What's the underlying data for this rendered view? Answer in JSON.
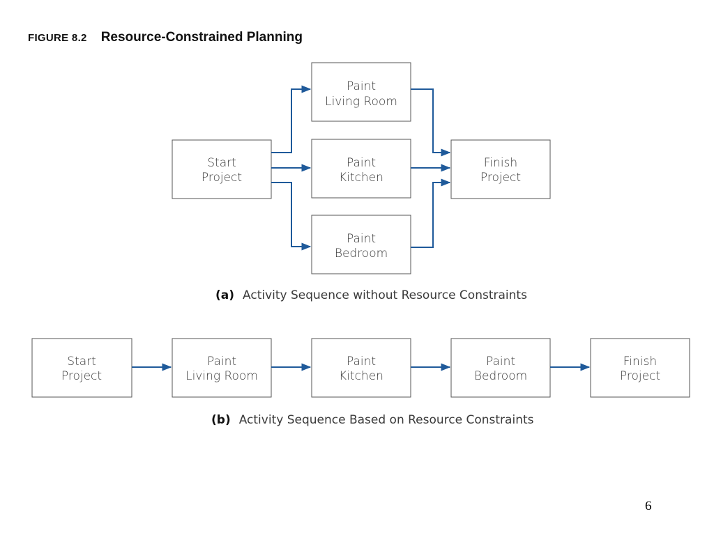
{
  "figure": {
    "number": "FIGURE 8.2",
    "title": "Resource-Constrained Planning"
  },
  "diagram_a": {
    "caption_tag": "(a)",
    "caption_text": "Activity Sequence without Resource Constraints",
    "nodes": {
      "start": [
        "Start",
        "Project"
      ],
      "living": [
        "Paint",
        "Living Room"
      ],
      "kitchen": [
        "Paint",
        "Kitchen"
      ],
      "bedroom": [
        "Paint",
        "Bedroom"
      ],
      "finish": [
        "Finish",
        "Project"
      ]
    }
  },
  "diagram_b": {
    "caption_tag": "(b)",
    "caption_text": "Activity Sequence Based on Resource Constraints",
    "nodes": {
      "start": [
        "Start",
        "Project"
      ],
      "living": [
        "Paint",
        "Living Room"
      ],
      "kitchen": [
        "Paint",
        "Kitchen"
      ],
      "bedroom": [
        "Paint",
        "Bedroom"
      ],
      "finish": [
        "Finish",
        "Project"
      ]
    }
  },
  "colors": {
    "connector": "#1f5a9a",
    "box_border": "#555555"
  },
  "page_number": "6"
}
